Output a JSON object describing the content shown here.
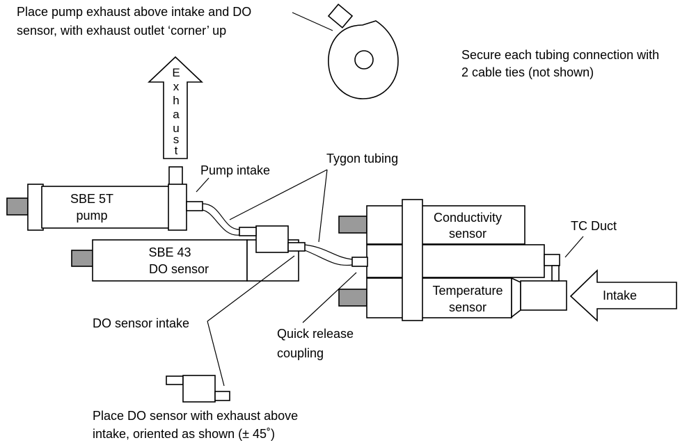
{
  "labels": {
    "top_note_line1": "Place pump exhaust above intake and DO",
    "top_note_line2": "sensor, with exhaust outlet ‘corner’ up",
    "secure_line1": "Secure each tubing connection with",
    "secure_line2": "2 cable ties (not shown)",
    "exhaust_arrow": "Exhaust",
    "pump_intake": "Pump intake",
    "tygon_tubing": "Tygon tubing",
    "pump_line1": "SBE 5T",
    "pump_line2": "pump",
    "do_line1": "SBE 43",
    "do_line2": "DO sensor",
    "conductivity_line1": "Conductivity",
    "conductivity_line2": "sensor",
    "temperature_line1": "Temperature",
    "temperature_line2": "sensor",
    "tc_duct": "TC Duct",
    "intake_arrow": "Intake",
    "do_sensor_intake": "DO sensor intake",
    "quick_release_line1": "Quick release",
    "quick_release_line2": "coupling",
    "bottom_note_line1": "Place DO sensor with exhaust above",
    "bottom_note_line2": "intake, oriented as shown (± 45˚)"
  },
  "colors": {
    "stroke": "#000000",
    "connector_fill": "#9a9a9a",
    "background": "#ffffff"
  }
}
